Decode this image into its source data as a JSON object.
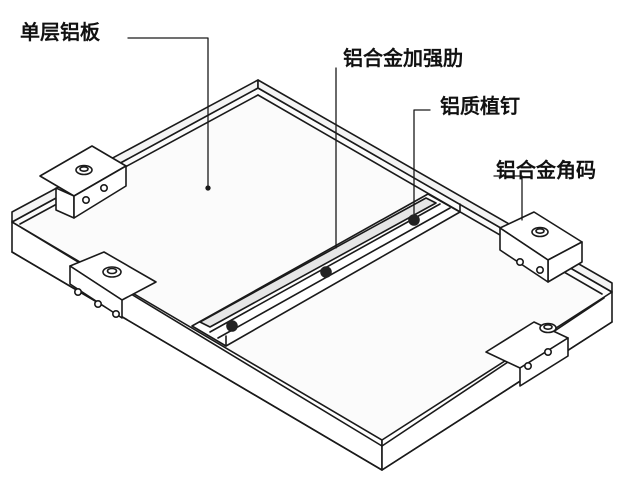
{
  "labels": {
    "single_layer_panel": "单层铝板",
    "reinforcing_rib": "铝合金加强肋",
    "stud_nail": "铝质植钉",
    "corner_bracket": "铝合金角码"
  },
  "colors": {
    "line": "#1a1a1a",
    "fill": "#ffffff",
    "panel_shade": "#fbfbfb",
    "wall_shade": "#f4f4f4",
    "rib_dark": "#222222"
  }
}
